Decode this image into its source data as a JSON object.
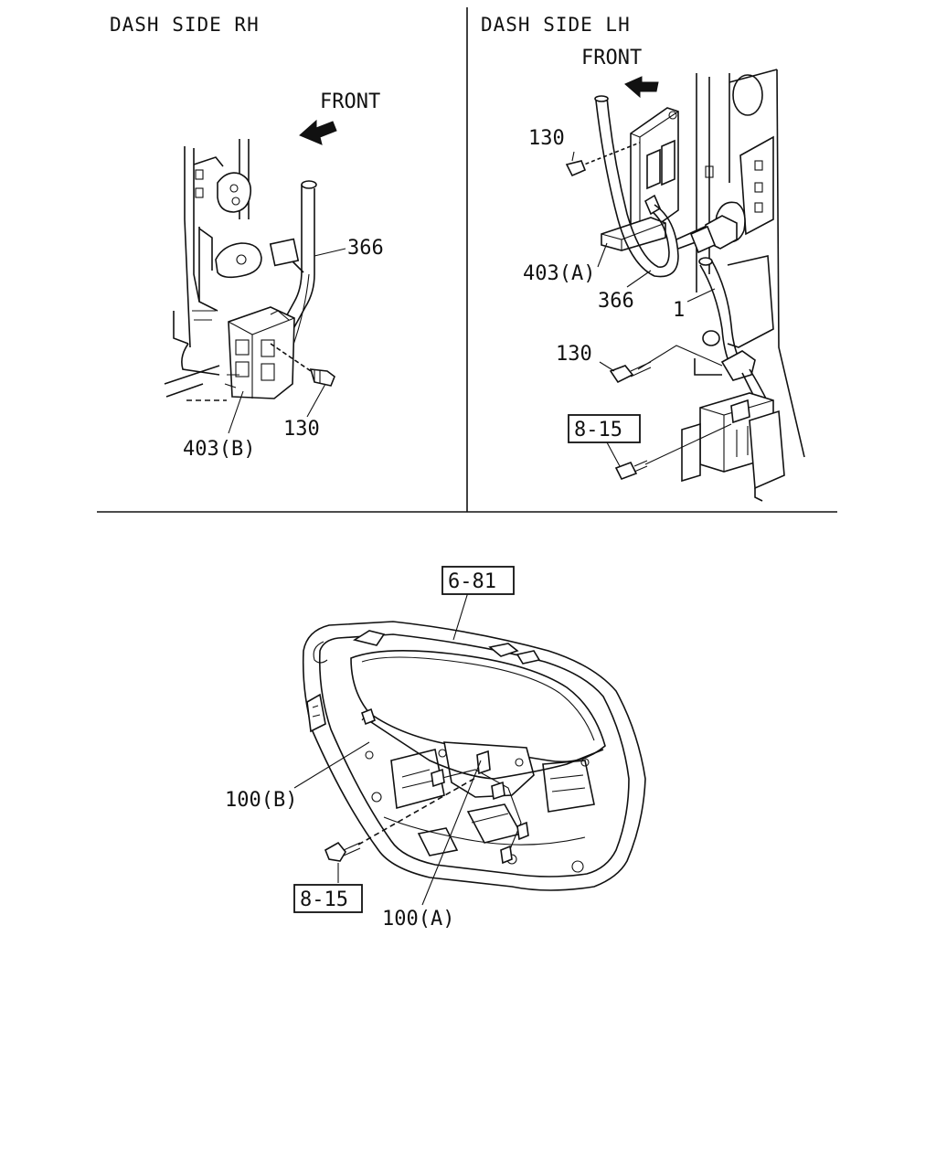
{
  "panels": {
    "rh": {
      "title": "DASH SIDE RH",
      "front": "FRONT",
      "callouts": {
        "wire": "366",
        "bolt": "130",
        "connector": "403(B)"
      }
    },
    "lh": {
      "title": "DASH SIDE LH",
      "front": "FRONT",
      "callouts": {
        "bolt_top": "130",
        "connector": "403(A)",
        "wire": "366",
        "harness": "1",
        "bolt_mid": "130",
        "ref": "8-15"
      }
    },
    "door": {
      "callouts": {
        "ref_top": "6-81",
        "harness_b": "100(B)",
        "ref_bottom": "8-15",
        "harness_a": "100(A)"
      }
    }
  }
}
